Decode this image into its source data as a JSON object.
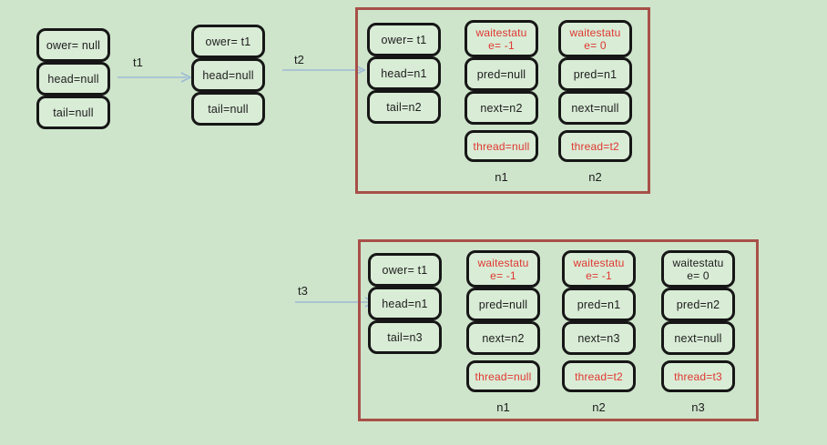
{
  "colors": {
    "background": "#cee5cb",
    "cell_fill": "#d9ecd6",
    "cell_border": "#161616",
    "red_text": "#e03730",
    "frame_border": "#a85048",
    "arrow": "#9db9d6"
  },
  "arrows": [
    {
      "label": "t1"
    },
    {
      "label": "t2"
    },
    {
      "label": "t3"
    }
  ],
  "state1": {
    "cells": [
      "ower= null",
      "head=null",
      "tail=null"
    ]
  },
  "state2": {
    "cells": [
      "ower= t1",
      "head=null",
      "tail=null"
    ]
  },
  "frame1": {
    "queue": {
      "cells": [
        "ower= t1",
        "head=n1",
        "tail=n2"
      ]
    },
    "nodes": [
      {
        "label": "n1",
        "waitstatus_line1": "waitestatu",
        "waitstatus_line2": "e= -1",
        "pred": "pred=null",
        "next": "next=n2",
        "thread": "thread=null"
      },
      {
        "label": "n2",
        "waitstatus_line1": "waitestatu",
        "waitstatus_line2": "e= 0",
        "pred": "pred=n1",
        "next": "next=null",
        "thread": "thread=t2"
      }
    ]
  },
  "frame2": {
    "queue": {
      "cells": [
        "ower= t1",
        "head=n1",
        "tail=n3"
      ]
    },
    "nodes": [
      {
        "label": "n1",
        "waitstatus_line1": "waitestatu",
        "waitstatus_line2": "e= -1",
        "pred": "pred=null",
        "next": "next=n2",
        "thread": "thread=null"
      },
      {
        "label": "n2",
        "waitstatus_line1": "waitestatu",
        "waitstatus_line2": "e= -1",
        "pred": "pred=n1",
        "next": "next=n3",
        "thread": "thread=t2"
      },
      {
        "label": "n3",
        "waitstatus_line1": "waitestatu",
        "waitstatus_line2": "e= 0",
        "pred": "pred=n2",
        "next": "next=null",
        "thread": "thread=t3"
      }
    ]
  }
}
